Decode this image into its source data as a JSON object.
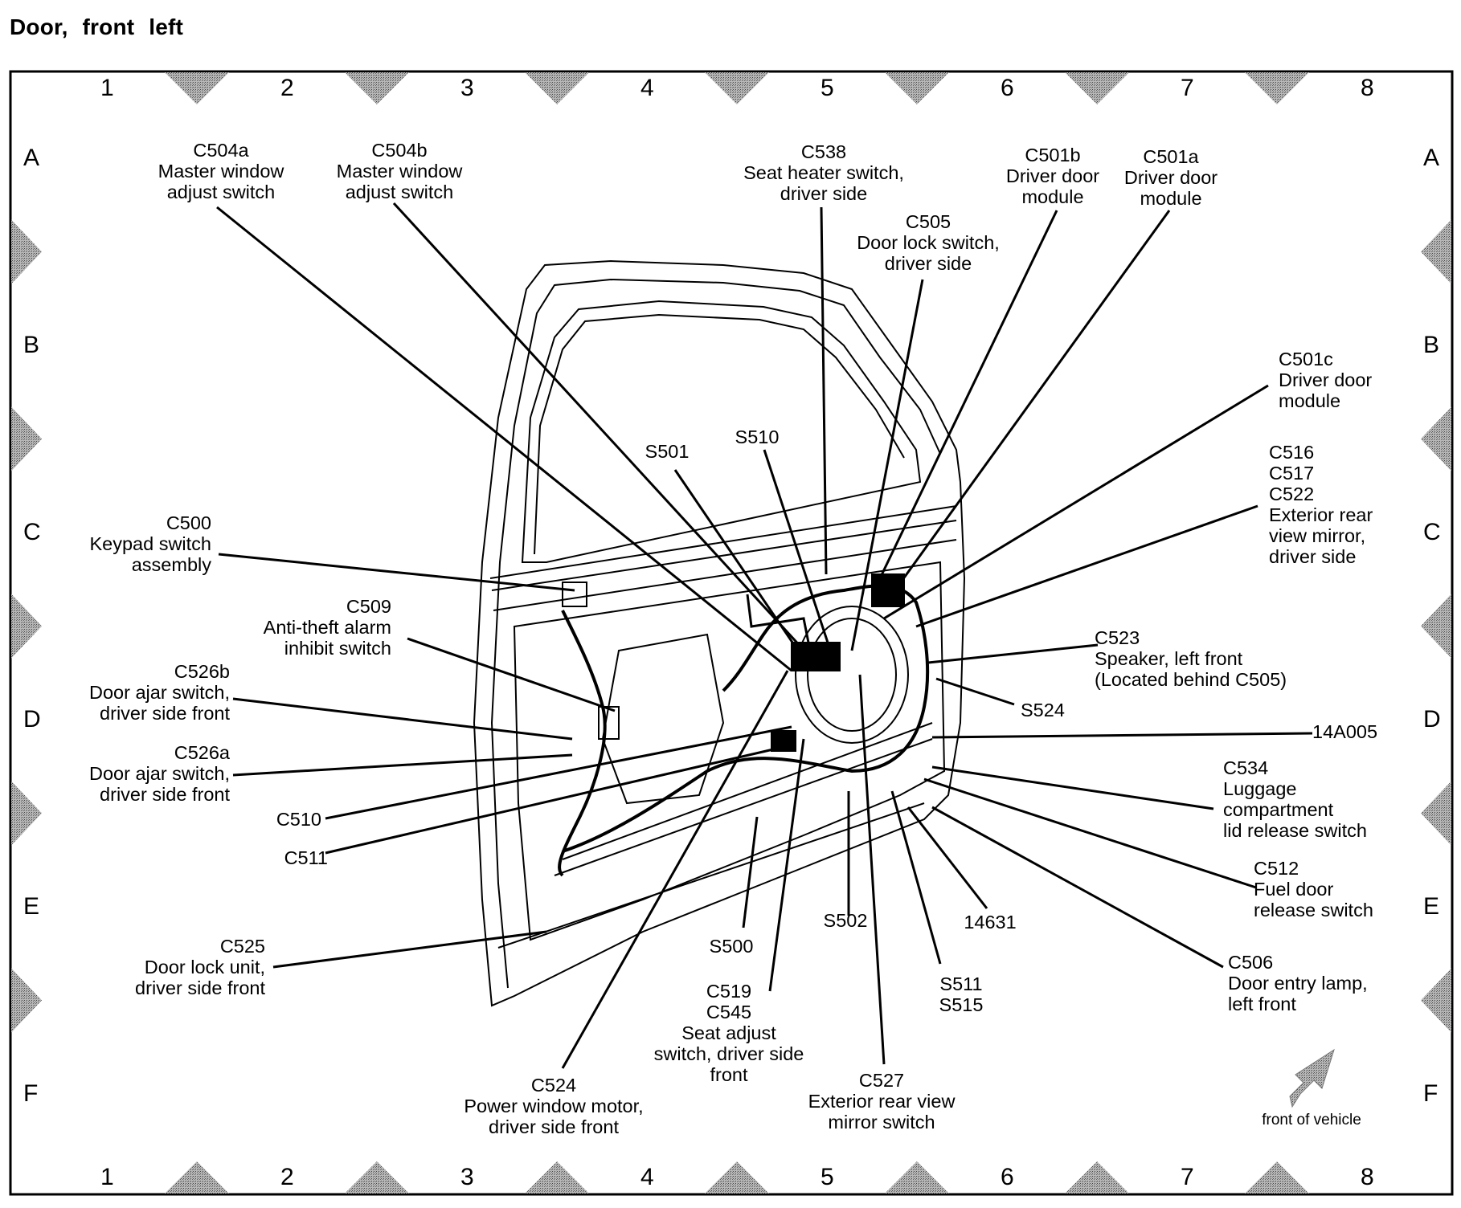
{
  "title": "Door,  front  left",
  "grid": {
    "columns": [
      "1",
      "2",
      "3",
      "4",
      "5",
      "6",
      "7",
      "8"
    ],
    "rows": [
      "A",
      "B",
      "C",
      "D",
      "E",
      "F"
    ]
  },
  "callouts": [
    {
      "id": "c504a",
      "lines": [
        "C504a",
        "Master window",
        "adjust switch"
      ]
    },
    {
      "id": "c504b",
      "lines": [
        "C504b",
        "Master window",
        "adjust switch"
      ]
    },
    {
      "id": "c538",
      "lines": [
        "C538",
        "Seat heater switch,",
        "driver side"
      ]
    },
    {
      "id": "c505",
      "lines": [
        "C505",
        "Door lock switch,",
        "driver side"
      ]
    },
    {
      "id": "c501b",
      "lines": [
        "C501b",
        "Driver door",
        "module"
      ]
    },
    {
      "id": "c501a",
      "lines": [
        "C501a",
        "Driver door",
        "module"
      ]
    },
    {
      "id": "c501c",
      "lines": [
        "C501c",
        "Driver door",
        "module"
      ]
    },
    {
      "id": "c516",
      "lines": [
        "C516",
        "C517",
        "C522",
        "Exterior rear",
        "view mirror,",
        "driver side"
      ]
    },
    {
      "id": "s501",
      "lines": [
        "S501"
      ]
    },
    {
      "id": "s510",
      "lines": [
        "S510"
      ]
    },
    {
      "id": "c500",
      "lines": [
        "C500",
        "Keypad switch",
        "assembly"
      ]
    },
    {
      "id": "c509",
      "lines": [
        "C509",
        "Anti-theft alarm",
        "inhibit switch"
      ]
    },
    {
      "id": "c526b",
      "lines": [
        "C526b",
        "Door ajar switch,",
        "driver side front"
      ]
    },
    {
      "id": "c526a",
      "lines": [
        "C526a",
        "Door ajar switch,",
        "driver side front"
      ]
    },
    {
      "id": "c510",
      "lines": [
        "C510"
      ]
    },
    {
      "id": "c511",
      "lines": [
        "C511"
      ]
    },
    {
      "id": "c523",
      "lines": [
        "C523",
        "Speaker, left front",
        "(Located behind C505)"
      ]
    },
    {
      "id": "s524",
      "lines": [
        "S524"
      ]
    },
    {
      "id": "w14a005",
      "lines": [
        "14A005"
      ]
    },
    {
      "id": "c534",
      "lines": [
        "C534",
        "Luggage",
        "compartment",
        "lid release switch"
      ]
    },
    {
      "id": "c512",
      "lines": [
        "C512",
        "Fuel door",
        "release switch"
      ]
    },
    {
      "id": "c525",
      "lines": [
        "C525",
        "Door lock unit,",
        "driver side front"
      ]
    },
    {
      "id": "s500",
      "lines": [
        "S500"
      ]
    },
    {
      "id": "s502",
      "lines": [
        "S502"
      ]
    },
    {
      "id": "w14631",
      "lines": [
        "14631"
      ]
    },
    {
      "id": "s511",
      "lines": [
        "S511",
        "S515"
      ]
    },
    {
      "id": "c506",
      "lines": [
        "C506",
        "Door entry lamp,",
        "left front"
      ]
    },
    {
      "id": "c519",
      "lines": [
        "C519",
        "C545",
        "Seat adjust",
        "switch, driver side",
        "front"
      ]
    },
    {
      "id": "c524",
      "lines": [
        "C524",
        "Power window motor,",
        "driver side front"
      ]
    },
    {
      "id": "c527",
      "lines": [
        "C527",
        "Exterior rear view",
        "mirror switch"
      ]
    }
  ],
  "orientation": {
    "icon": "front-of-vehicle-arrow-icon",
    "label": "front of vehicle"
  },
  "colors": {
    "ink": "#000000",
    "marker": "#8a8a8a",
    "background": "#ffffff"
  }
}
